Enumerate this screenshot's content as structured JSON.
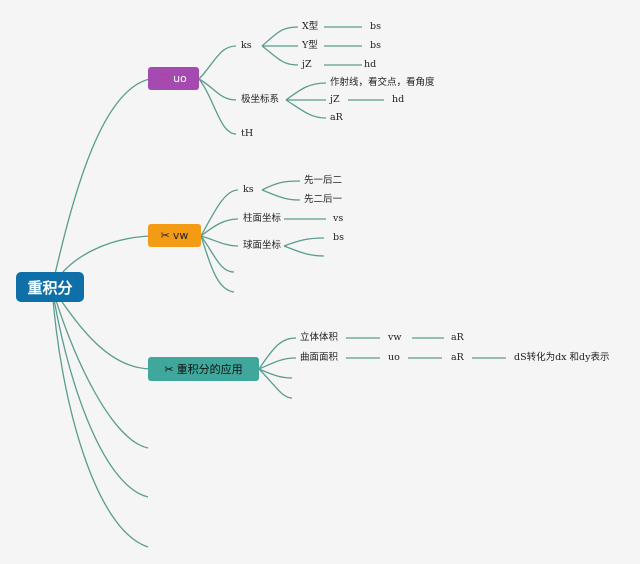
{
  "root": {
    "label": "重积分"
  },
  "branches": [
    {
      "label": "uo",
      "icon": "heart-icon",
      "color": "#a54ab0"
    },
    {
      "label": "vw",
      "icon": "tools-icon",
      "color": "#f49b16"
    },
    {
      "label": "重积分的应用",
      "icon": "tools-icon",
      "color": "#3fa79b"
    }
  ],
  "branch1": {
    "ks": "ks",
    "x_type": "X型",
    "x_type_val": "bs",
    "y_type": "Y型",
    "y_type_val": "bs",
    "jz": "jZ",
    "jz_val": "hd",
    "polar": "极坐标系",
    "polar_ray": "作射线，看交点，看角度",
    "polar_jz": "jZ",
    "polar_jz_val": "hd",
    "polar_ar": "aR",
    "th": "tH"
  },
  "branch2": {
    "ks": "ks",
    "order1": "先一后二",
    "order2": "先二后一",
    "cyl": "柱面坐标",
    "cyl_val": "vs",
    "sph": "球面坐标",
    "sph_val": "bs"
  },
  "branch3": {
    "volume": "立体体积",
    "volume_v1": "vw",
    "volume_v2": "aR",
    "surface": "曲面面积",
    "surface_v1": "uo",
    "surface_v2": "aR",
    "surface_v3": "dS转化为dx 和dy表示"
  },
  "colors": {
    "link": "#5a9c90",
    "root": "#0f6fa8"
  }
}
